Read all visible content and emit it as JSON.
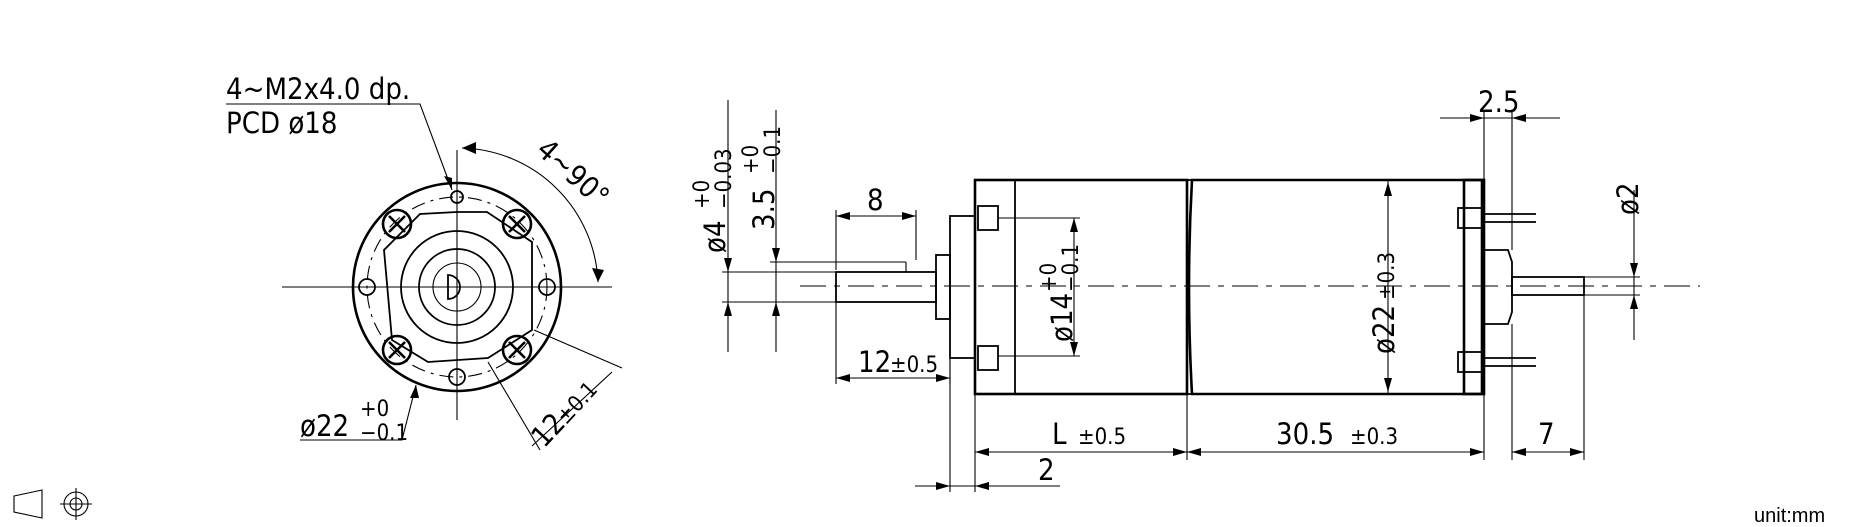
{
  "front_view": {
    "hole_note_line1": "4~M2x4.0 dp.",
    "hole_note_line2": "PCD ø18",
    "angle_label": "4~90°",
    "flange_dia": "ø22",
    "flange_tol_upper": "+0",
    "flange_tol_lower": "−0.1",
    "flat_dim": "12",
    "flat_tol": "±0.1"
  },
  "side_view": {
    "shaft_dia": "ø4",
    "shaft_dia_tol_upper": "+0",
    "shaft_dia_tol_lower": "−0.03",
    "shaft_flat": "3.5",
    "shaft_flat_tol_upper": "+0",
    "shaft_flat_tol_lower": "−0.1",
    "flat_length": "8",
    "shaft_length": "12",
    "shaft_length_tol": "±0.5",
    "boss_dia": "ø14",
    "boss_tol_upper": "+0",
    "boss_tol_lower": "−0.1",
    "body_dia": "ø22",
    "body_dia_tol": "±0.3",
    "gearbox_length": "L",
    "gearbox_length_tol": "±0.5",
    "motor_length": "30.5",
    "motor_length_tol": "±0.3",
    "flange_thickness": "2",
    "rear_plate": "2.5",
    "rear_shaft_dia": "ø2",
    "rear_shaft_length": "7"
  },
  "unit_label": "unit:mm",
  "projection_symbol": "third-angle-projection-icon"
}
